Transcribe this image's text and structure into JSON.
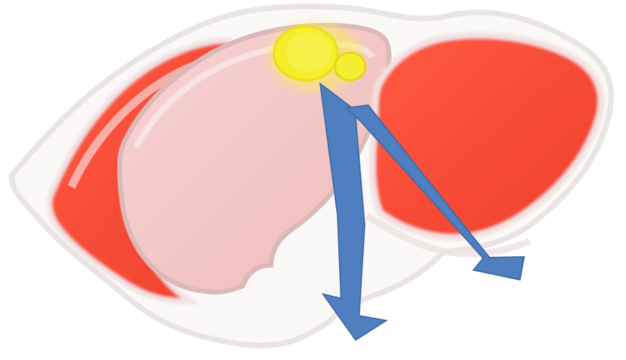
{
  "colors": {
    "background": "#ffffff",
    "outer_outline": "#e9e3e3",
    "red_region": "#f24a33",
    "red_region_light": "#ff6a55",
    "pink_region": "#f4c6c6",
    "pink_outline": "#d9b7b7",
    "highlight": "#f7f32e",
    "arrow_fill": "#4f7fc0",
    "arrow_stroke": "#3f6aa6"
  },
  "shapes": {
    "left_red_region": "red-layer",
    "pink_region": "pink-layer",
    "right_red_region": "red-layer",
    "yellow_spot": "highlight-circle",
    "arrows": [
      "down-arrow",
      "down-right-arrow"
    ]
  }
}
